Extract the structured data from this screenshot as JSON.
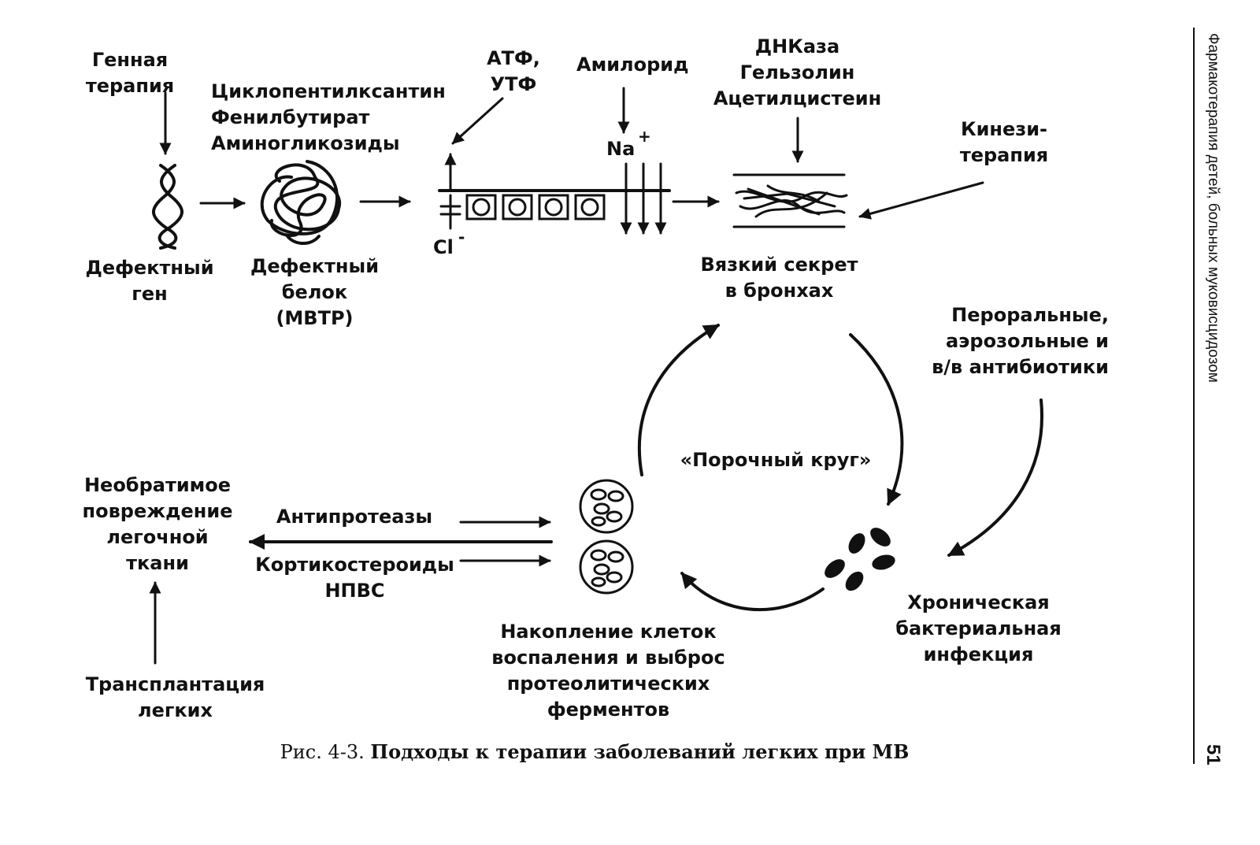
{
  "labels": {
    "gene_therapy": "Генная\nтерапия",
    "drugs_protein": "Циклопентилксантин\nФенилбутират\nАминогликозиды",
    "atf_utf": "АТФ,\nУТФ",
    "amiloride": "Амилорид",
    "dnase": "ДНКаза\nГельзолин\nАцетилцистеин",
    "kinesitherapy": "Кинези-\nтерапия",
    "na_ion": "Na",
    "plus": "+",
    "cl_ion": "Cl",
    "minus": "-",
    "defective_gene": "Дефектный\nген",
    "defective_protein": "Дефектный\nбелок\n(МВТР)",
    "viscous_secretion": "Вязкий секрет\nв бронхах",
    "antibiotics": "Пероральные,\nаэрозольные и\nв/в антибиотики",
    "vicious_circle": "«Порочный круг»",
    "irreversible_damage": "Необратимое\nповреждение\nлегочной\nткани",
    "antiproteases": "Антипротеазы",
    "corticosteroids": "Кортикостероиды\nНПВС",
    "inflammation": "Накопление клеток\nвоспаления и выброс\nпротеолитических\nферментов",
    "chronic_infection": "Хроническая\nбактериальная\nинфекция",
    "lung_transplant": "Трансплантация\nлегких"
  },
  "caption": {
    "prefix": "Рис. 4-3.",
    "title": "Подходы к терапии заболеваний легких при МВ"
  },
  "side_header": "Фармакотерапия детей, больных муковисцидозом",
  "page_number": "51"
}
